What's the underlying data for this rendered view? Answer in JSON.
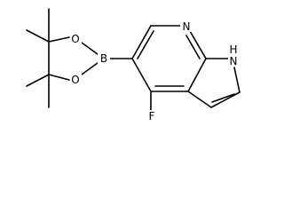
{
  "molecule": {
    "atoms": {
      "boron": "B",
      "oxygen_upper": "O",
      "oxygen_lower": "O",
      "pyridine_nitrogen": "N",
      "pyrrole_nitrogen": "N",
      "pyrrole_hydrogen": "H",
      "fluorine": "F"
    }
  },
  "colors": {
    "bond": "#000000",
    "label": "#000000",
    "background": "#ffffff"
  }
}
